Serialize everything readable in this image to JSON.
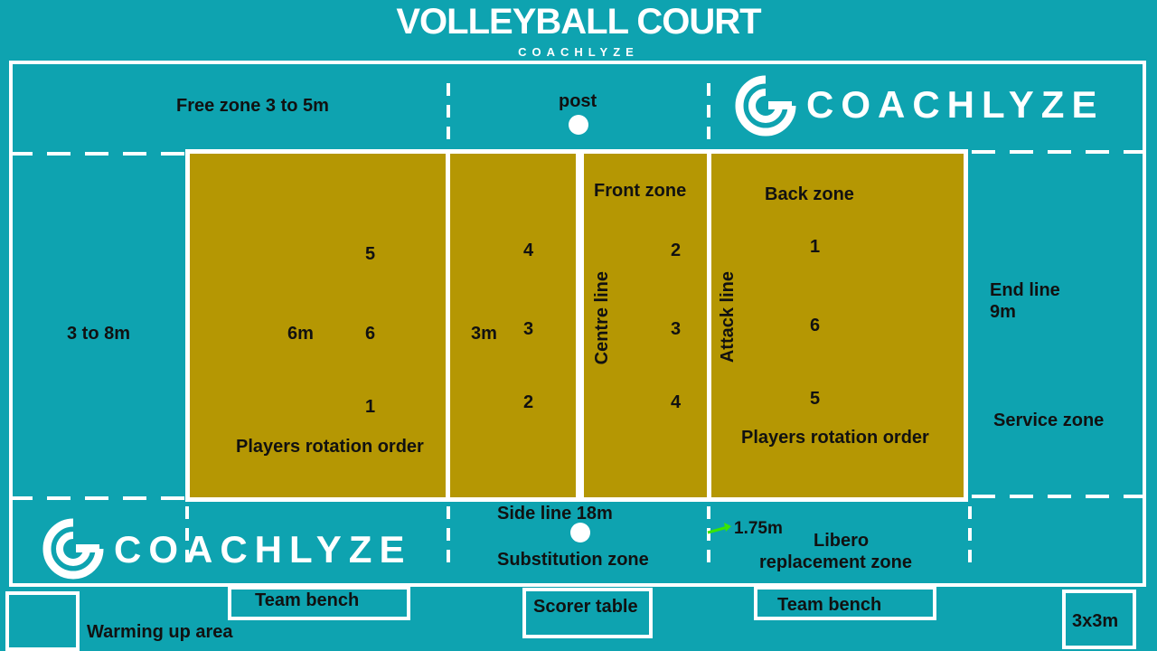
{
  "title": "VOLLEYBALL COURT",
  "subtitle": "COACHLYZE",
  "brand": {
    "text": "COACHLYZE"
  },
  "zones": {
    "free_zone": "Free zone 3 to 5m",
    "post": "post",
    "left_margin": "3 to 8m",
    "end_line": "End line",
    "end_line_len": "9m",
    "service_zone": "Service zone",
    "side_line": "Side line 18m",
    "substitution_zone": "Substitution zone",
    "libero_dist": "1.75m",
    "libero_line1": "Libero",
    "libero_line2": "replacement zone",
    "team_bench_left": "Team bench",
    "team_bench_right": "Team bench",
    "scorer_table": "Scorer table",
    "warming_up": "Warming up area",
    "box_3x3": "3x3m"
  },
  "court": {
    "dim_6m": "6m",
    "dim_3m": "3m",
    "front_zone": "Front zone",
    "back_zone": "Back zone",
    "centre_line": "Centre line",
    "attack_line": "Attack line",
    "rotation_left": "Players rotation order",
    "rotation_right": "Players rotation order",
    "left_back": [
      "5",
      "6",
      "1"
    ],
    "left_front": [
      "4",
      "3",
      "2"
    ],
    "right_front": [
      "2",
      "3",
      "4"
    ],
    "right_back": [
      "1",
      "6",
      "5"
    ]
  },
  "colors": {
    "background": "#0ea3b0",
    "court": "#b59703",
    "lines": "#ffffff",
    "arrow": "#39e600"
  }
}
